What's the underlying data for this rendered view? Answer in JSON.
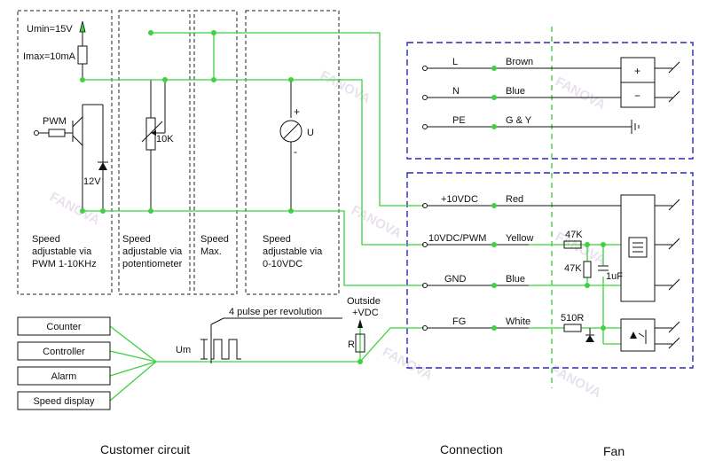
{
  "watermark": "FANOVA",
  "customer": {
    "umin": "Umin=15V",
    "imax": "Imax=10mA",
    "pwm": "PWM",
    "zener": "12V",
    "pot": "10K",
    "meter": "U",
    "meter_plus": "+",
    "meter_minus": "-",
    "mode1": [
      "Speed",
      "adjustable via",
      "PWM 1-10KHz"
    ],
    "mode2": [
      "Speed",
      "adjustable via",
      "potentiometer"
    ],
    "mode3": [
      "Speed",
      "Max."
    ],
    "mode4": [
      "Speed",
      "adjustable via",
      "0-10VDC"
    ],
    "devices": [
      "Counter",
      "Controller",
      "Alarm",
      "Speed display"
    ],
    "pulse": "4 pulse per revolution",
    "um": "Um",
    "outside1": "Outside",
    "outside2": "+VDC",
    "r": "R"
  },
  "connection": {
    "power": [
      {
        "pin": "L",
        "color": "Brown"
      },
      {
        "pin": "N",
        "color": "Blue"
      },
      {
        "pin": "PE",
        "color": "G & Y"
      }
    ],
    "control": [
      {
        "pin": "+10VDC",
        "color": "Red"
      },
      {
        "pin": "10VDC/PWM",
        "color": "Yellow"
      },
      {
        "pin": "GND",
        "color": "Blue"
      },
      {
        "pin": "FG",
        "color": "White"
      }
    ]
  },
  "fan": {
    "plus": "+",
    "minus": "−",
    "r47k_a": "47K",
    "r47k_b": "47K",
    "cap": "1uF",
    "r510": "510R"
  },
  "footer": {
    "customer": "Customer circuit",
    "connection": "Connection",
    "fan": "Fan"
  },
  "colors": {
    "wire": "#3fd13f",
    "box_border": "#2b2bb0",
    "watermark": "#e9e2ee"
  }
}
